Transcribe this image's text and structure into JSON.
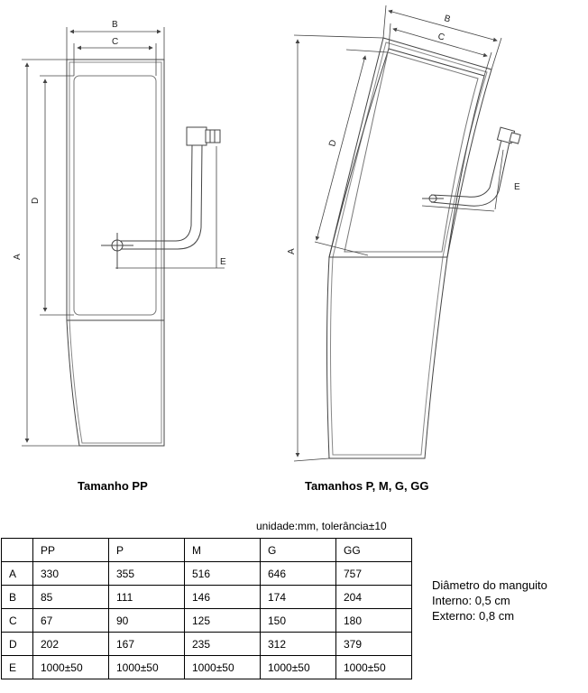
{
  "drawing": {
    "left_labels": {
      "A": "A",
      "B": "B",
      "C": "C",
      "D": "D",
      "E": "E"
    },
    "right_labels": {
      "A": "A",
      "B": "B",
      "C": "C",
      "D": "D",
      "E": "E"
    }
  },
  "captions": {
    "left": "Tamanho PP",
    "right": "Tamanhos P, M, G, GG"
  },
  "units_line": "unidade:mm,   tolerância±10",
  "table": {
    "headers": [
      "",
      "PP",
      "P",
      "M",
      "G",
      "GG"
    ],
    "rows": [
      {
        "label": "A",
        "cells": [
          "330",
          "355",
          "516",
          "646",
          "757"
        ]
      },
      {
        "label": "B",
        "cells": [
          "85",
          "111",
          "146",
          "174",
          "204"
        ]
      },
      {
        "label": "C",
        "cells": [
          "67",
          "90",
          "125",
          "150",
          "180"
        ]
      },
      {
        "label": "D",
        "cells": [
          "202",
          "167",
          "235",
          "312",
          "379"
        ]
      },
      {
        "label": "E",
        "cells": [
          "1000±50",
          "1000±50",
          "1000±50",
          "1000±50",
          "1000±50"
        ]
      }
    ]
  },
  "note": {
    "title": "Diâmetro do manguito",
    "inner": "Interno: 0,5 cm",
    "outer": "Externo: 0,8 cm"
  }
}
